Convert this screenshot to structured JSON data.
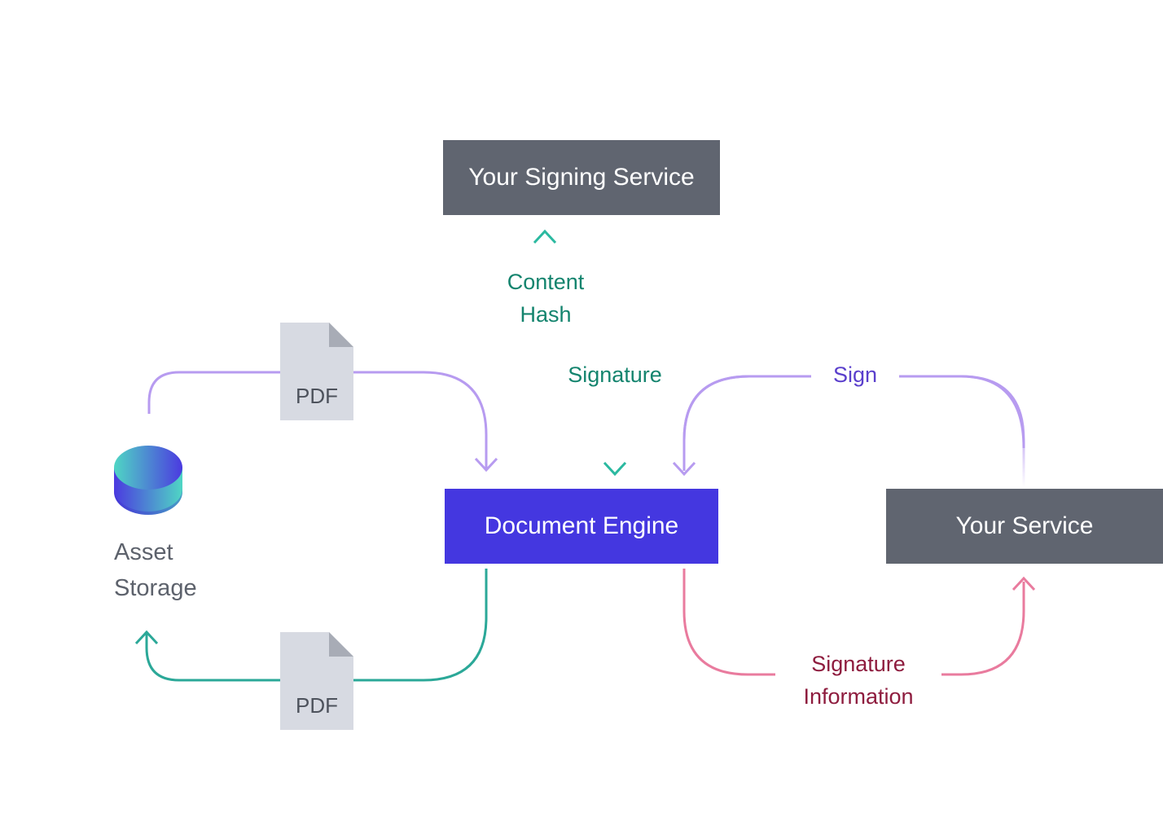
{
  "nodes": {
    "signing_service": "Your Signing Service",
    "document_engine": "Document Engine",
    "your_service": "Your Service",
    "asset_storage": [
      "Asset",
      "Storage"
    ]
  },
  "edges": {
    "content_hash": [
      "Content",
      "Hash"
    ],
    "signature": "Signature",
    "sign": "Sign",
    "signature_information": [
      "Signature",
      "Information"
    ]
  },
  "documents": {
    "pdf_upload": "PDF",
    "pdf_download": "PDF"
  },
  "icons": {
    "storage": "database-cylinder-icon",
    "document": "document-icon"
  },
  "colors": {
    "engine": "#4437E0",
    "service": "#606570",
    "teal": "#2BB9A0",
    "violet": "#B79BF0",
    "pink": "#E97B9E",
    "pdf": "#D7DAE2"
  }
}
